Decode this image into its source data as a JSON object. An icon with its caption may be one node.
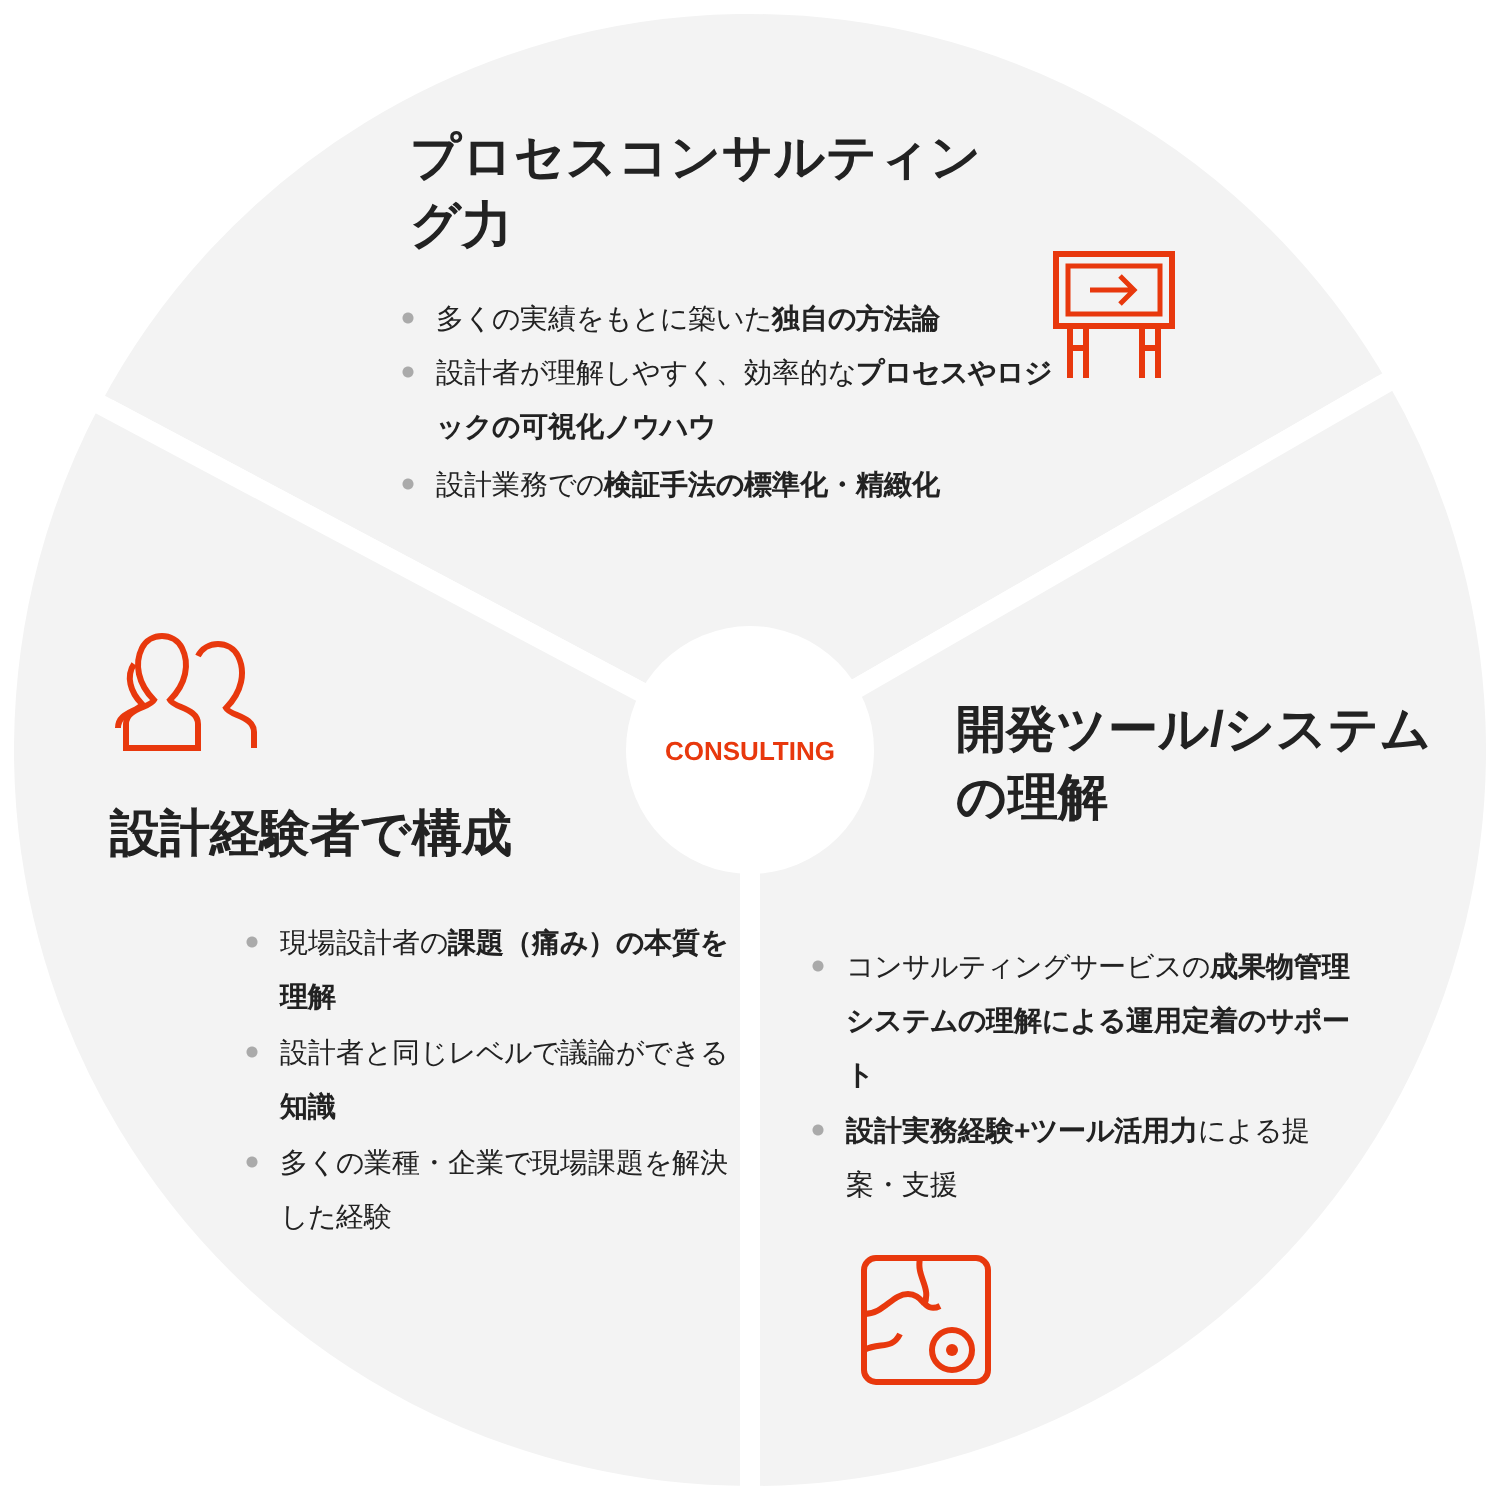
{
  "diagram": {
    "nodes": [
      {
        "text": [
          "プロセスコンサルティング力",
          "多くの実績をもとに築いた**独自の方法論**",
          "設計者が理解しやすく、効率的な**プロセスやロジックの可視化ノウハウ**",
          "設計業務での**検証手法の標準化・精緻化**"
        ]
      },
      {
        "text": [
          "設計経験者で構成",
          "現場設計者の**課題（痛み）の本質を理解**",
          "設計者と同じレベルで議論ができる**知識**",
          "多くの業種・企業で現場課題を解決した経験"
        ]
      },
      {
        "text": [
          "開発ツール/システムの理解",
          "コンサルティングサービスの**成果物管理システムの理解による運用定着のサポート**",
          "**設計実務経験+ツール活用力**による提案・支援"
        ]
      },
      {
        "text": [
          "CONSULTING"
        ]
      }
    ]
  }
}
